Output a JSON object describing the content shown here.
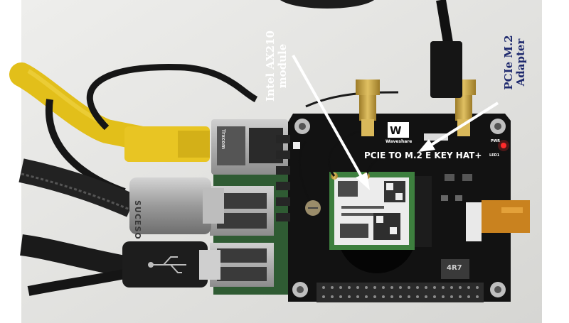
{
  "labels": {
    "module": {
      "line1": "Intel AX210",
      "line2": "module"
    },
    "adapter": {
      "line1": "PCIe M.2",
      "line2": "Adapter"
    }
  },
  "board_text": {
    "hat_title": "PCIE TO M.2 E KEY HAT+",
    "brand": "Waveshare",
    "usb_brand": "SUCESO",
    "ethernet_brand": "Trxcom",
    "inductor": "4R7",
    "pwr_led": "PWR",
    "led1": "LED1"
  },
  "colors": {
    "wall": "#e8e8e6",
    "pcb": "#121212",
    "module_pcb": "#3d7f3e",
    "ethernet_cable": "#e6c21c",
    "arrow": "#ffffff",
    "adapter_label": "#1f2a6e"
  }
}
